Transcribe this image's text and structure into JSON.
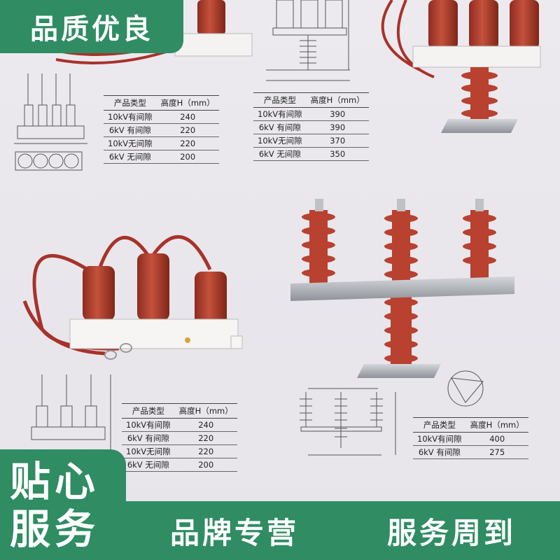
{
  "badges": {
    "top": "品质优良",
    "left_line1": "贴心",
    "left_line2": "服务",
    "bottom_left": "品牌专营",
    "bottom_right": "服务周到"
  },
  "table_header": {
    "col1": "产品类型",
    "col2": "高度H（mm）"
  },
  "tables": {
    "t1": [
      {
        "type": "10kV有间隙",
        "height": "240"
      },
      {
        "type": "6kV 有间隙",
        "height": "220"
      },
      {
        "type": "10kV无间隙",
        "height": "220"
      },
      {
        "type": "6kV 无间隙",
        "height": "200"
      }
    ],
    "t2": [
      {
        "type": "10kV有间隙",
        "height": "390"
      },
      {
        "type": "6kV 有间隙",
        "height": "390"
      },
      {
        "type": "10kV无间隙",
        "height": "370"
      },
      {
        "type": "6kV 无间隙",
        "height": "350"
      }
    ],
    "t3": [
      {
        "type": "10kV有间隙",
        "height": "240"
      },
      {
        "type": "6kV 有间隙",
        "height": "220"
      },
      {
        "type": "10kV无间隙",
        "height": "220"
      },
      {
        "type": "6kV 无间隙",
        "height": "200"
      }
    ],
    "t4": [
      {
        "type": "10kV有间隙",
        "height": "400"
      },
      {
        "type": "6kV 有间隙",
        "height": "275"
      }
    ]
  },
  "colors": {
    "brand_green": "#2f8c63",
    "insulator_red": "#b8412f",
    "cable_red": "#a8322a"
  }
}
